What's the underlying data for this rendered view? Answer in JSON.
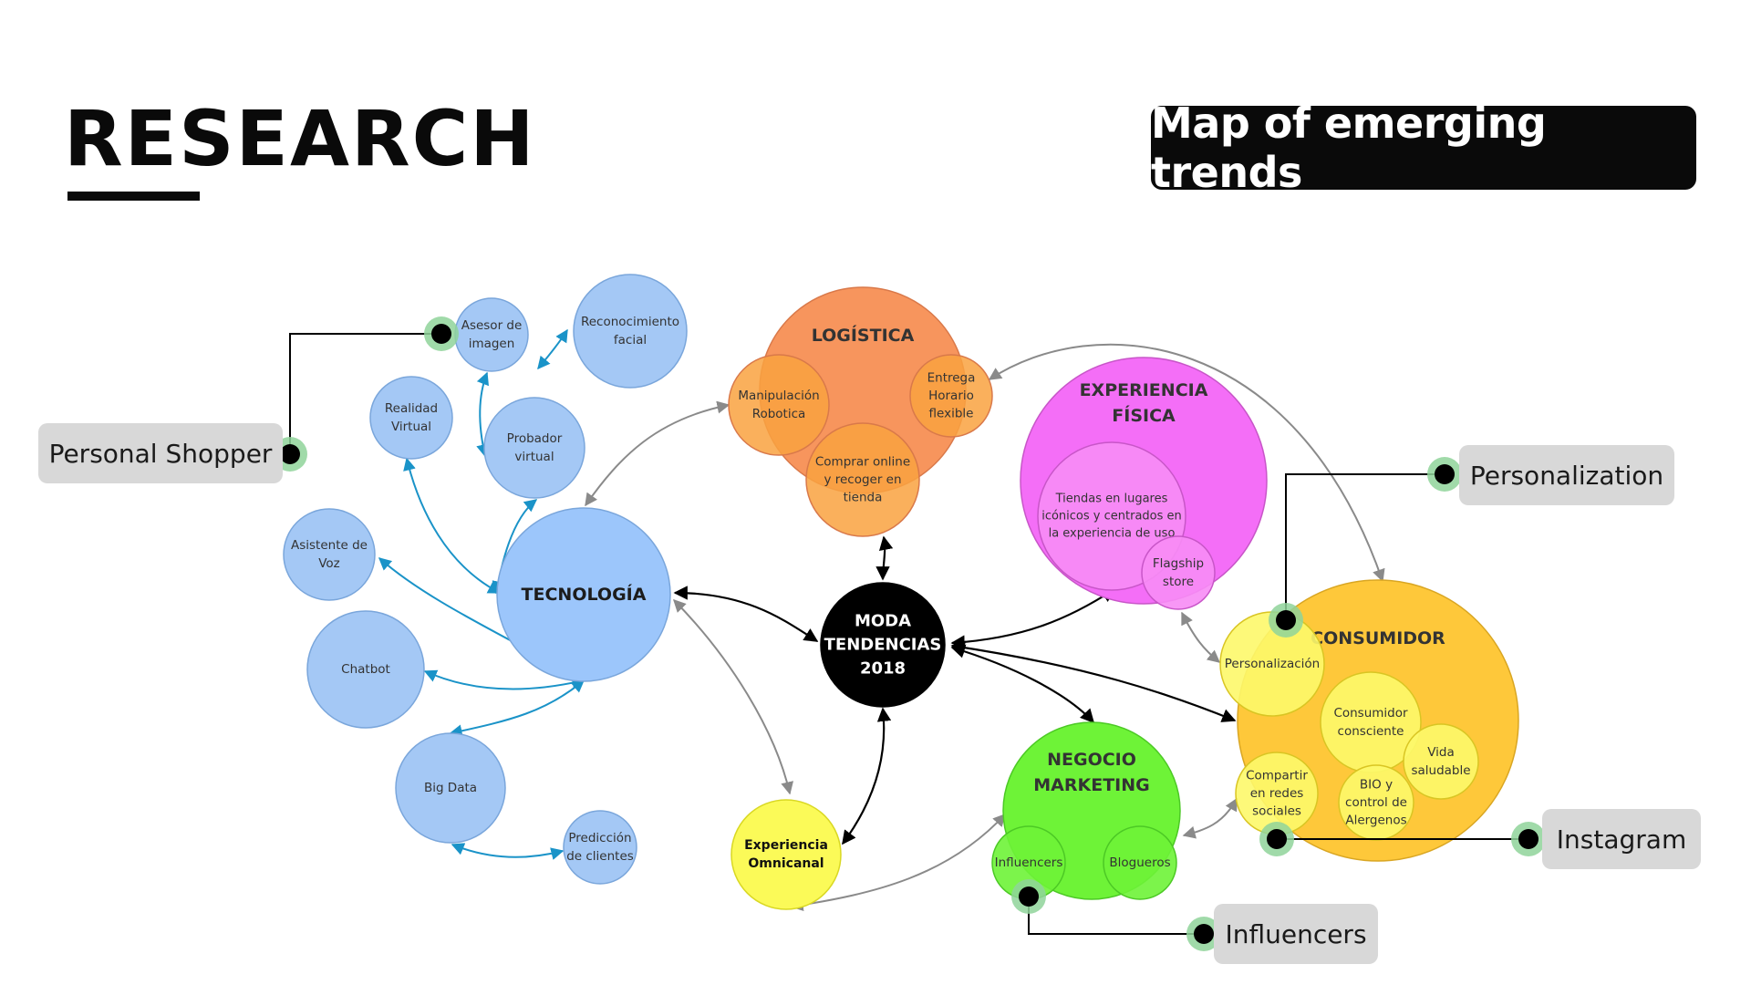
{
  "header": {
    "title": "RESEARCH",
    "badge": "Map of emerging trends"
  },
  "callouts": {
    "personal_shopper": "Personal Shopper",
    "personalization": "Personalization",
    "instagram": "Instagram",
    "influencers": "Influencers"
  },
  "nodes": {
    "center": [
      "MODA",
      "TENDENCIAS",
      "2018"
    ],
    "tecnologia": [
      "TECNOLOGÍA"
    ],
    "asesor": [
      "Asesor de",
      "imagen"
    ],
    "reconocimiento": [
      "Reconocimiento",
      "facial"
    ],
    "realidad": [
      "Realidad",
      "Virtual"
    ],
    "probador": [
      "Probador",
      "virtual"
    ],
    "asistente": [
      "Asistente de",
      "Voz"
    ],
    "chatbot": [
      "Chatbot"
    ],
    "bigdata": [
      "Big Data"
    ],
    "prediccion": [
      "Predicción",
      "de clientes"
    ],
    "logistica": [
      "LOGÍSTICA"
    ],
    "manipulacion": [
      "Manipulación",
      "Robotica"
    ],
    "entrega": [
      "Entrega",
      "Horario",
      "flexible"
    ],
    "comprar": [
      "Comprar online",
      "y recoger en",
      "tienda"
    ],
    "experiencia": [
      "EXPERIENCIA",
      "FÍSICA"
    ],
    "tiendas": [
      "Tiendas en lugares",
      "icónicos y centrados en",
      "la experiencia de uso"
    ],
    "flagship": [
      "Flagship",
      "store"
    ],
    "consumidor": [
      "CONSUMIDOR"
    ],
    "personalizacion": [
      "Personalización"
    ],
    "consciente": [
      "Consumidor",
      "consciente"
    ],
    "vida": [
      "Vida",
      "saludable"
    ],
    "compartir": [
      "Compartir",
      "en redes",
      "sociales"
    ],
    "bio": [
      "BIO y",
      "control de",
      "Alergenos"
    ],
    "negocio": [
      "NEGOCIO",
      "MARKETING"
    ],
    "influencers_node": [
      "Influencers"
    ],
    "blogueros": [
      "Blogueros"
    ],
    "omnicanal": [
      "Experiencia",
      "Omnicanal"
    ]
  },
  "colors": {
    "tech": "#a4c8f5",
    "tech_dark": "#9cc6fb",
    "tech_arrow": "#1a93c8",
    "logistics": "#f7955d",
    "logistics_inner": "#f9a23f",
    "experience": "#f46ef7",
    "experience_inner": "#f78cf5",
    "consumer": "#fec83a",
    "consumer_inner": "#fdf86a",
    "marketing": "#6ef337",
    "omnichannel": "#fbfa58",
    "center": "#000000",
    "gray_arrow": "#8a8a8a",
    "callout_bg": "#d8d8d8",
    "marker_ring": "#8fd49a"
  }
}
